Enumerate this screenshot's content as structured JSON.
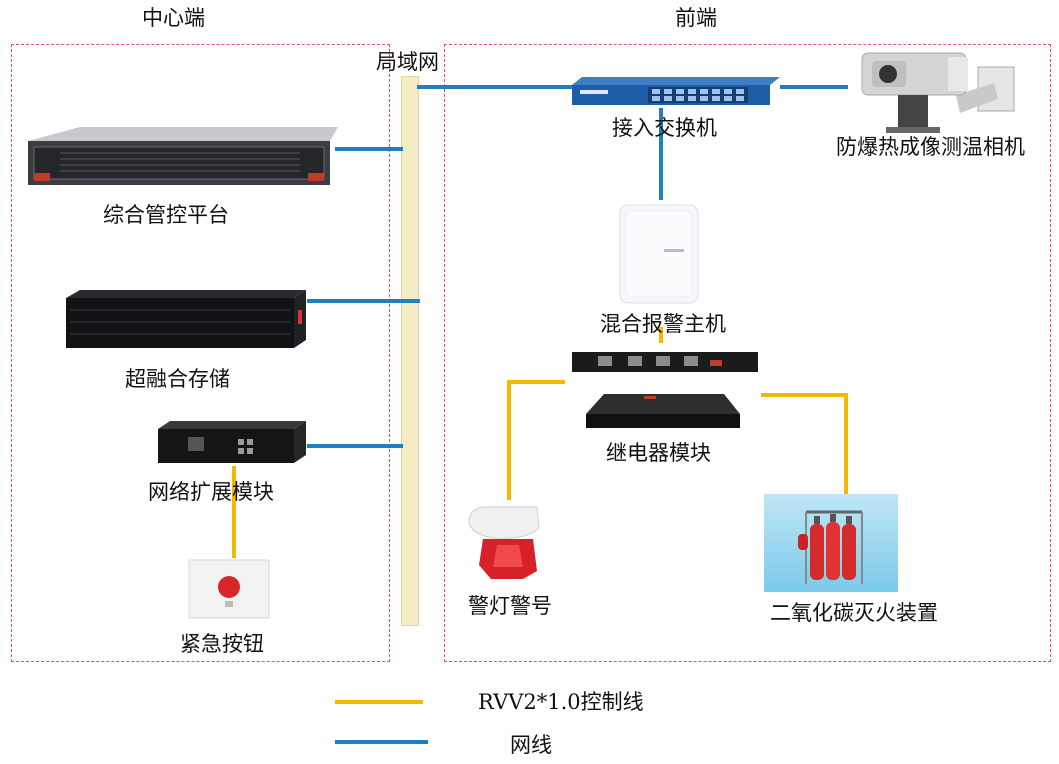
{
  "zones": {
    "center_title": "中心端",
    "front_title": "前端",
    "lan_label": "局域网"
  },
  "devices": {
    "platform": "综合管控平台",
    "storage": "超融合存储",
    "netext": "网络扩展模块",
    "button": "紧急按钮",
    "switch": "接入交换机",
    "camera": "防爆热成像测温相机",
    "alarm_host": "混合报警主机",
    "relay": "继电器模块",
    "siren": "警灯警号",
    "co2": "二氧化碳灭火装置"
  },
  "legend": {
    "control_line": "RVV2*1.0控制线",
    "network_line": "网线"
  },
  "colors": {
    "network": "#1f7fc0",
    "control": "#f5b800",
    "zone_border": "#e3535a",
    "lan_bar": "#f3ecc4"
  }
}
